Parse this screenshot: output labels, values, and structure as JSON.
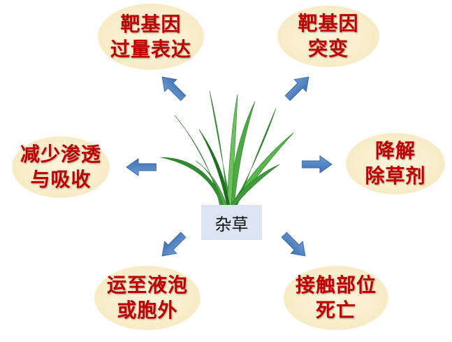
{
  "center": {
    "label": "杂草"
  },
  "mechanisms": [
    {
      "line1": "靶基因",
      "line2": "过量表达"
    },
    {
      "line1": "靶基因",
      "line2": "突变"
    },
    {
      "line1": "减少渗透",
      "line2": "与吸收"
    },
    {
      "line1": "降解",
      "line2": "除草剂"
    },
    {
      "line1": "运至液泡",
      "line2": "或胞外"
    },
    {
      "line1": "接触部位",
      "line2": "死亡"
    }
  ],
  "colors": {
    "text": "#c00000",
    "arrow": "#4f81bd",
    "bubble": "#f8ecc6",
    "label_bg": "#dce6f2"
  }
}
